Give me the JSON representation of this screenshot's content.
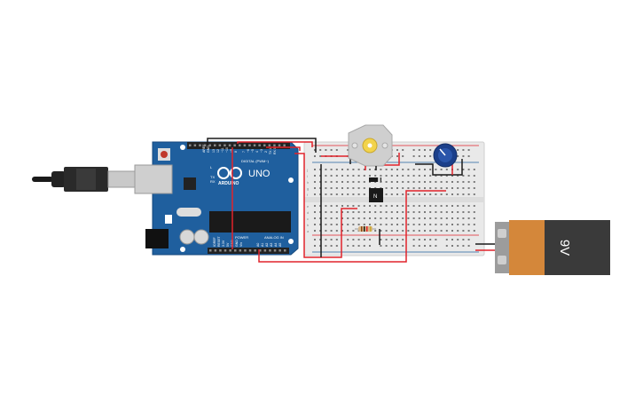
{
  "arduino": {
    "brand": "ARDUINO",
    "model": "UNO",
    "digital_label": "DIGITAL (PWM~)",
    "power_label": "POWER",
    "analog_label": "ANALOG IN",
    "tx_label": "TX",
    "rx_label": "RX",
    "l_label": "L",
    "aref_label": "AREF",
    "gnd_label": "GND",
    "pin_13": "13",
    "pin_12": "12",
    "pin_11": "~11",
    "pin_10": "~10",
    "pin_9": "~9",
    "pin_8": "8",
    "pin_7": "7",
    "pin_6": "~6",
    "pin_5": "~5",
    "pin_4": "4",
    "pin_3": "~3",
    "pin_2": "2",
    "pin_1": "TX 1",
    "pin_0": "RX 0",
    "ioref": "IOREF",
    "reset": "RESET",
    "v33": "3.3V",
    "v5": "5V",
    "gnd1": "GND",
    "gnd2": "GND",
    "vin": "Vin",
    "a0": "A0",
    "a1": "A1",
    "a2": "A2",
    "a3": "A3",
    "a4": "A4",
    "a5": "A5"
  },
  "transistor": {
    "label": "N"
  },
  "battery": {
    "label": "9V"
  },
  "breadboard": {
    "row_letters_top": [
      "j",
      "i",
      "h",
      "g",
      "f"
    ],
    "row_letters_bottom": [
      "e",
      "d",
      "c",
      "b",
      "a"
    ]
  },
  "colors": {
    "board_blue": "#1f5f9e",
    "wire_red": "#e1232b",
    "wire_black": "#1a1a1a",
    "battery_orange": "#d4873a",
    "battery_dark": "#3a3a3a",
    "breadboard": "#e9e9e9"
  },
  "icons": {
    "usb_plug": "usb-cable-icon",
    "motor": "dc-motor-icon",
    "potentiometer": "potentiometer-icon",
    "resistor": "resistor-icon",
    "diode": "diode-icon"
  }
}
